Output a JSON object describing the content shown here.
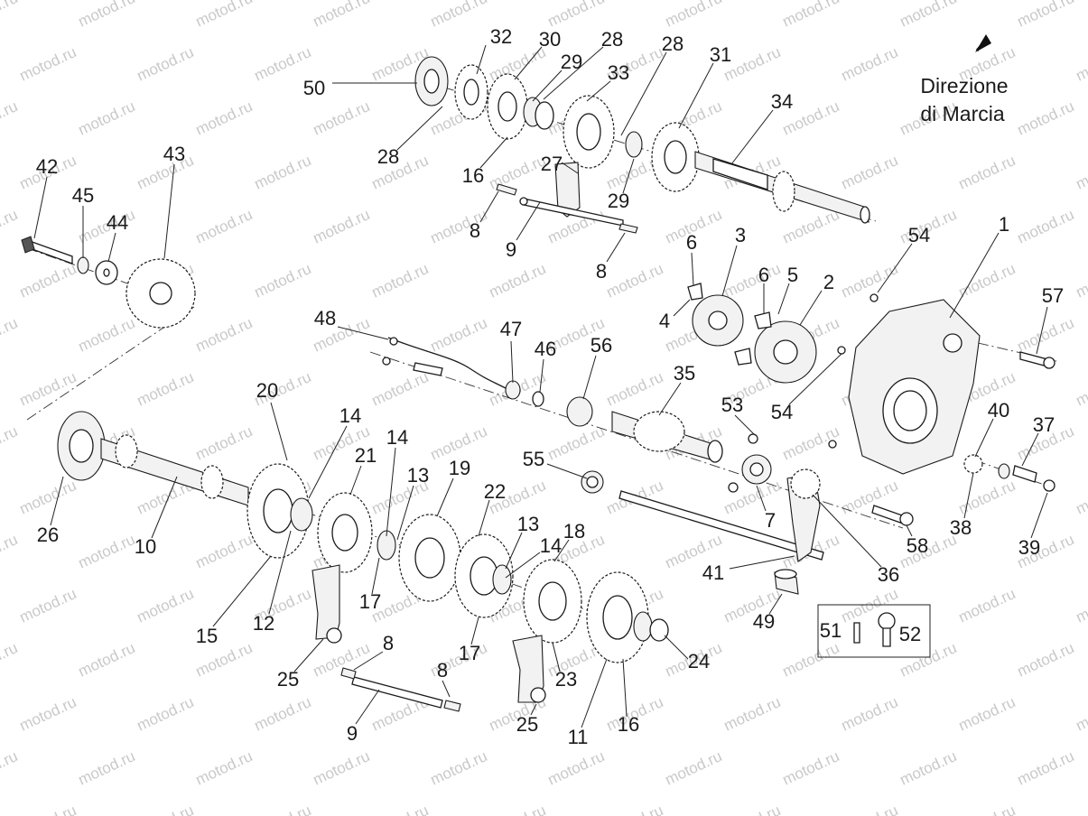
{
  "direction_label": {
    "line1": "Direzione",
    "line2": "di Marcia"
  },
  "watermark": "motod.ru",
  "callouts": [
    {
      "id": "c32",
      "text": "32"
    },
    {
      "id": "c30",
      "text": "30"
    },
    {
      "id": "c28a",
      "text": "28"
    },
    {
      "id": "c28b",
      "text": "28"
    },
    {
      "id": "c31",
      "text": "31"
    },
    {
      "id": "c29a",
      "text": "29"
    },
    {
      "id": "c33",
      "text": "33"
    },
    {
      "id": "c50",
      "text": "50"
    },
    {
      "id": "c34",
      "text": "34"
    },
    {
      "id": "c28c",
      "text": "28"
    },
    {
      "id": "c16a",
      "text": "16"
    },
    {
      "id": "c27",
      "text": "27"
    },
    {
      "id": "c29b",
      "text": "29"
    },
    {
      "id": "c8a",
      "text": "8"
    },
    {
      "id": "c9a",
      "text": "9"
    },
    {
      "id": "c8b",
      "text": "8"
    },
    {
      "id": "c42",
      "text": "42"
    },
    {
      "id": "c43",
      "text": "43"
    },
    {
      "id": "c45",
      "text": "45"
    },
    {
      "id": "c44",
      "text": "44"
    },
    {
      "id": "c6a",
      "text": "6"
    },
    {
      "id": "c3",
      "text": "3"
    },
    {
      "id": "c54a",
      "text": "54"
    },
    {
      "id": "c1",
      "text": "1"
    },
    {
      "id": "c6b",
      "text": "6"
    },
    {
      "id": "c5",
      "text": "5"
    },
    {
      "id": "c2",
      "text": "2"
    },
    {
      "id": "c4",
      "text": "4"
    },
    {
      "id": "c57",
      "text": "57"
    },
    {
      "id": "c48",
      "text": "48"
    },
    {
      "id": "c47",
      "text": "47"
    },
    {
      "id": "c46",
      "text": "46"
    },
    {
      "id": "c56",
      "text": "56"
    },
    {
      "id": "c35",
      "text": "35"
    },
    {
      "id": "c20",
      "text": "20"
    },
    {
      "id": "c14a",
      "text": "14"
    },
    {
      "id": "c53",
      "text": "53"
    },
    {
      "id": "c54b",
      "text": "54"
    },
    {
      "id": "c40",
      "text": "40"
    },
    {
      "id": "c37",
      "text": "37"
    },
    {
      "id": "c14b",
      "text": "14"
    },
    {
      "id": "c21",
      "text": "21"
    },
    {
      "id": "c19",
      "text": "19"
    },
    {
      "id": "c55",
      "text": "55"
    },
    {
      "id": "c13a",
      "text": "13"
    },
    {
      "id": "c22",
      "text": "22"
    },
    {
      "id": "c26",
      "text": "26"
    },
    {
      "id": "c10",
      "text": "10"
    },
    {
      "id": "c13b",
      "text": "13"
    },
    {
      "id": "c18",
      "text": "18"
    },
    {
      "id": "c14c",
      "text": "14"
    },
    {
      "id": "c7",
      "text": "7"
    },
    {
      "id": "c38",
      "text": "38"
    },
    {
      "id": "c39",
      "text": "39"
    },
    {
      "id": "c58",
      "text": "58"
    },
    {
      "id": "c41",
      "text": "41"
    },
    {
      "id": "c36",
      "text": "36"
    },
    {
      "id": "c17a",
      "text": "17"
    },
    {
      "id": "c15",
      "text": "15"
    },
    {
      "id": "c12",
      "text": "12"
    },
    {
      "id": "c49",
      "text": "49"
    },
    {
      "id": "c51",
      "text": "51"
    },
    {
      "id": "c52",
      "text": "52"
    },
    {
      "id": "c17b",
      "text": "17"
    },
    {
      "id": "c8c",
      "text": "8"
    },
    {
      "id": "c24",
      "text": "24"
    },
    {
      "id": "c25a",
      "text": "25"
    },
    {
      "id": "c8d",
      "text": "8"
    },
    {
      "id": "c23",
      "text": "23"
    },
    {
      "id": "c9b",
      "text": "9"
    },
    {
      "id": "c25b",
      "text": "25"
    },
    {
      "id": "c11",
      "text": "11"
    },
    {
      "id": "c16b",
      "text": "16"
    }
  ]
}
